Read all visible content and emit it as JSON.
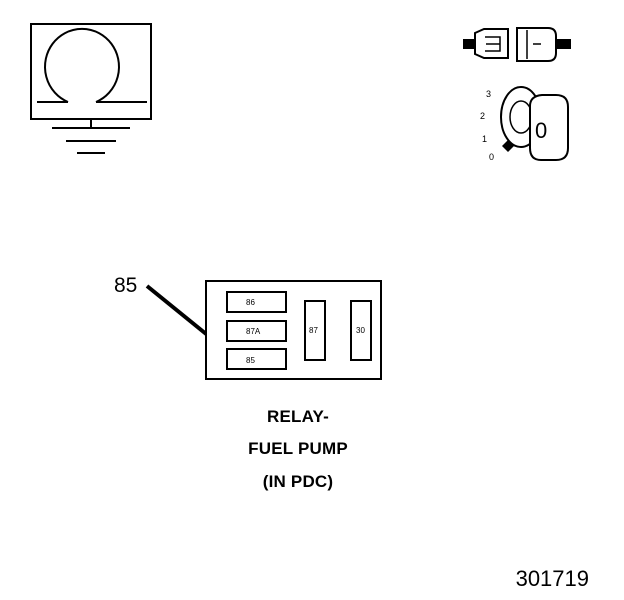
{
  "icons": {
    "ohmmeter": "ohmmeter-ground-icon",
    "connector": "disconnect-connector-icon",
    "ignition": "ignition-key-icon"
  },
  "ignition_positions": [
    "3",
    "2",
    "1",
    "0"
  ],
  "ignition_key_label": "0",
  "callout": {
    "label": "85"
  },
  "relay": {
    "terminals": [
      "86",
      "87A",
      "85",
      "87",
      "30"
    ]
  },
  "caption": {
    "line1": "RELAY-",
    "line2": "FUEL PUMP",
    "line3": "(IN PDC)"
  },
  "figure_number": "301719"
}
